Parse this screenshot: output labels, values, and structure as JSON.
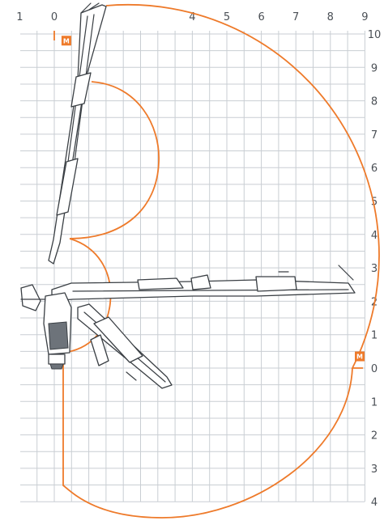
{
  "axes": {
    "x_labels": [
      {
        "text": "1",
        "value": -1
      },
      {
        "text": "0",
        "value": 0
      },
      {
        "text": "4",
        "value": 4
      },
      {
        "text": "5",
        "value": 5
      },
      {
        "text": "6",
        "value": 6
      },
      {
        "text": "7",
        "value": 7
      },
      {
        "text": "8",
        "value": 8
      },
      {
        "text": "9",
        "value": 9
      }
    ],
    "y_labels": [
      {
        "text": "10",
        "value": 10
      },
      {
        "text": "9",
        "value": 9
      },
      {
        "text": "8",
        "value": 8
      },
      {
        "text": "7",
        "value": 7
      },
      {
        "text": "6",
        "value": 6
      },
      {
        "text": "5",
        "value": 5
      },
      {
        "text": "4",
        "value": 4
      },
      {
        "text": "3",
        "value": 3
      },
      {
        "text": "2",
        "value": 2
      },
      {
        "text": "1",
        "value": 1
      },
      {
        "text": "0",
        "value": 0
      },
      {
        "text": "1",
        "value": -1
      },
      {
        "text": "2",
        "value": -2
      },
      {
        "text": "3",
        "value": -3
      },
      {
        "text": "4",
        "value": -4
      }
    ],
    "x_range": [
      -1,
      9
    ],
    "y_range": [
      -4,
      10
    ],
    "grid": true
  },
  "markers": [
    {
      "label": "M",
      "x": 0.35,
      "y": 9.8
    },
    {
      "label": "M",
      "x": 8.85,
      "y": 0.35
    }
  ],
  "colors": {
    "envelope": "#ee7a2a",
    "grid": "#c9ced3",
    "crane_outline": "#3a3f44",
    "label_text": "#4a4f55"
  }
}
